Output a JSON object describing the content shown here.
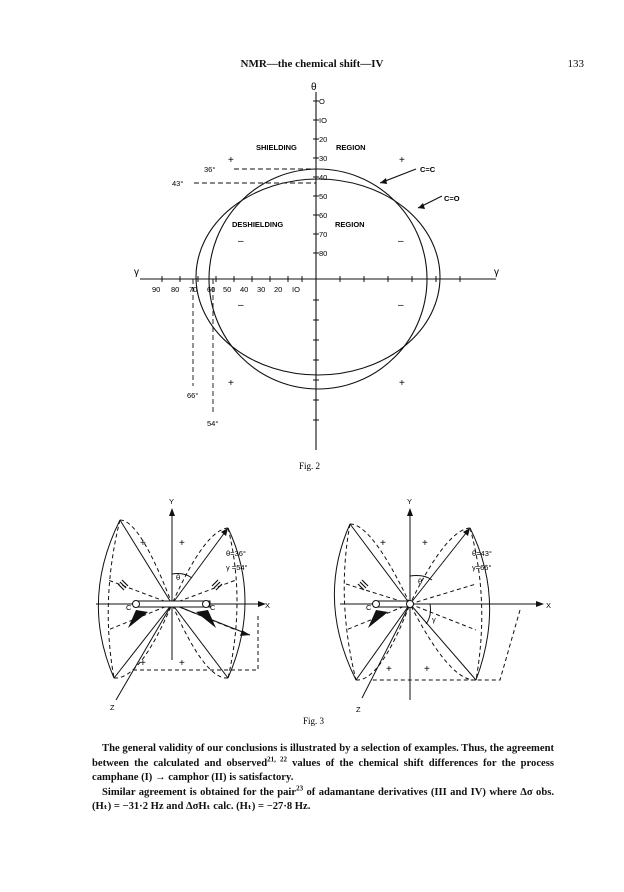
{
  "header": {
    "running_title": "NMR—the chemical shift—IV",
    "page_number": "133"
  },
  "fig2": {
    "caption": "Fig. 2",
    "theta_symbol": "θ",
    "gamma_symbol": "γ",
    "theta_ticks": [
      "O",
      "IO",
      "20",
      "30",
      "40",
      "50",
      "60",
      "70",
      "80"
    ],
    "gamma_ticks": [
      "90",
      "80",
      "70",
      "60",
      "50",
      "40",
      "30",
      "20",
      "IO"
    ],
    "shielding": "SHIELDING",
    "deshielding": "DESHIELDING",
    "region": "REGION",
    "angle_36": "36°",
    "angle_43": "43°",
    "angle_66": "66°",
    "angle_54": "54°",
    "cc_label": "C=C",
    "co_label": "C=O",
    "plus": "+",
    "minus": "–"
  },
  "fig3": {
    "caption": "Fig. 3",
    "x": "X",
    "y": "Y",
    "z": "Z",
    "c": "C",
    "theta": "θ",
    "gamma": "γ",
    "left_params": [
      "θ=36°",
      "γ =54°"
    ],
    "right_params": [
      "θ=43°",
      "γ=66°"
    ]
  },
  "body": {
    "p1a": "The general validity of our conclusions is illustrated by a selection of examples. Thus, the agreement between the calculated and observed",
    "p1sup": "21, 22",
    "p1b": " values of the chemical shift differences for the process camphane (I) → camphor (II) is satisfactory.",
    "p2a": "Similar agreement is obtained for the pair",
    "p2sup": "23",
    "p2b": " of adamantane derivatives (III and IV) where Δσ obs. (Hₜ) = −31·2 Hz and ΔσHₜ calc. (Hₜ) = −27·8 Hz."
  }
}
